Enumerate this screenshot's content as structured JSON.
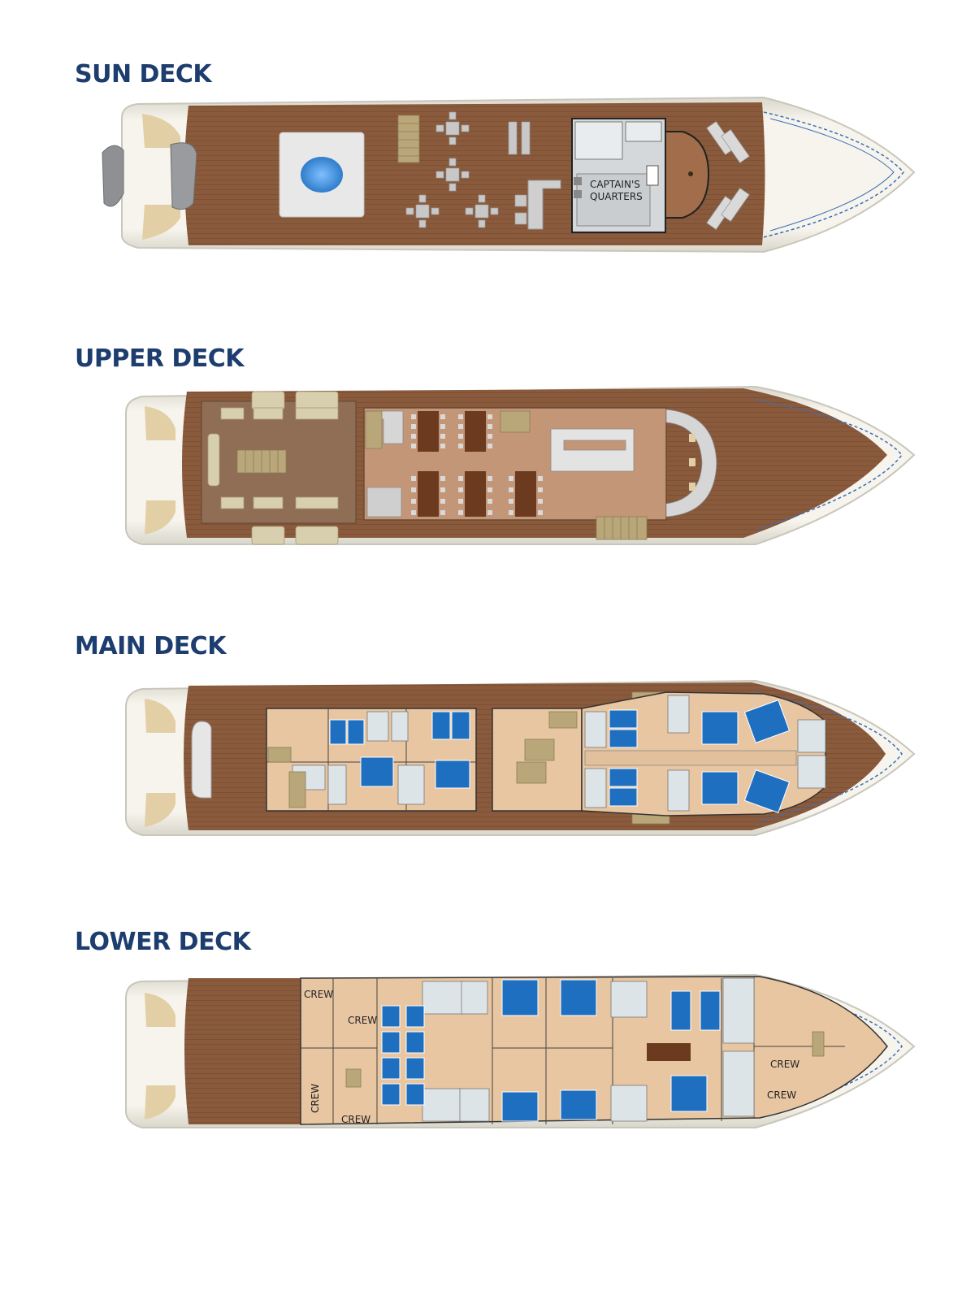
{
  "decks": {
    "sun": {
      "title": "SUN DECK",
      "room_label_line1": "CAPTAIN'S",
      "room_label_line2": "QUARTERS"
    },
    "upper": {
      "title": "UPPER DECK"
    },
    "main": {
      "title": "MAIN DECK"
    },
    "lower": {
      "title": "LOWER DECK",
      "crew_label": "CREW"
    }
  },
  "colors": {
    "title": "#1c3d6e",
    "hull": "#f1efe6",
    "deck_wood": "#8a5a3c",
    "cabin_floor": "#e9c9a4",
    "bed_blue": "#1f6fc0",
    "pool_blue": "#3a8ee6",
    "bathroom": "#dfe4e6",
    "furniture": "#c8c0a0"
  },
  "icons": [
    "jacuzzi-icon",
    "table-icon",
    "sunbed-icon",
    "bed-icon",
    "stairs-icon",
    "tender-icon",
    "jetski-icon"
  ]
}
